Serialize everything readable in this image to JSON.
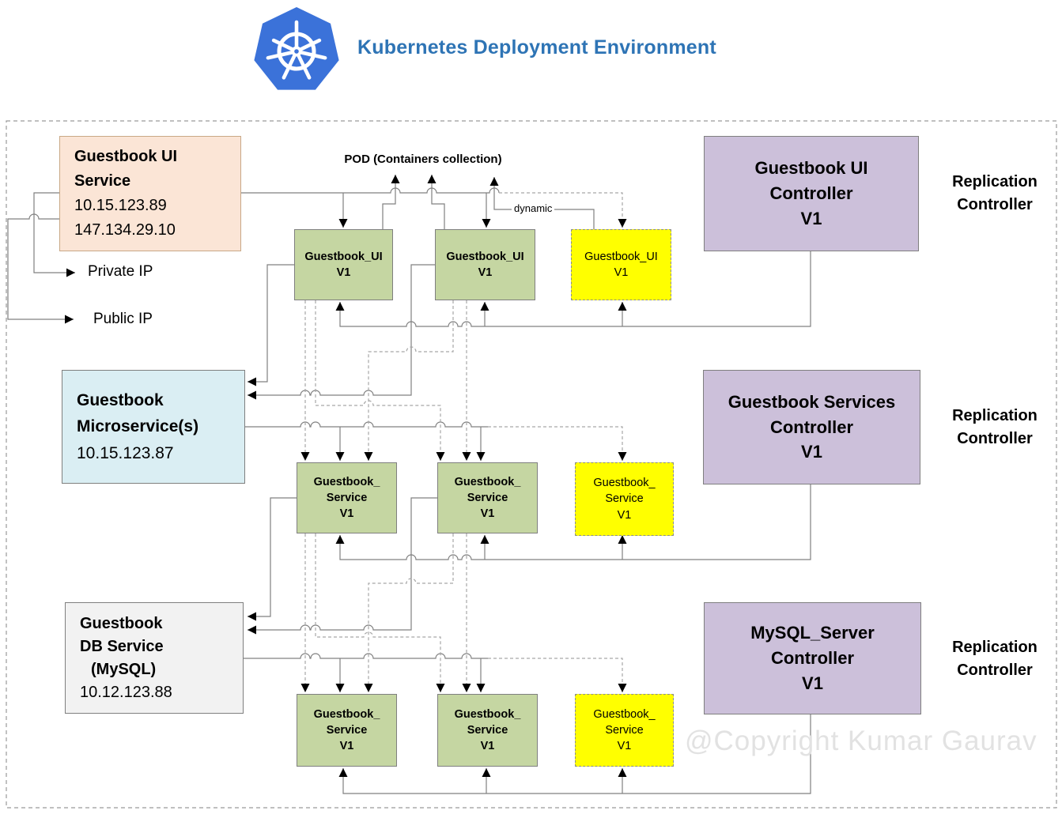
{
  "title": "Kubernetes Deployment Environment",
  "left_services": {
    "ui": {
      "name1": "Guestbook UI",
      "name2": "Service",
      "ip1": "10.15.123.89",
      "ip2": "147.134.29.10"
    },
    "micro": {
      "name1": "Guestbook",
      "name2": "Microservice(s)",
      "ip1": "10.15.123.87"
    },
    "db": {
      "name1": "Guestbook",
      "name2": "DB Service",
      "name3": "(MySQL)",
      "ip1": "10.12.123.88"
    }
  },
  "ip_labels": {
    "private": "Private IP",
    "public": "Public IP"
  },
  "pod_label": "POD (Containers collection)",
  "dynamic_label": "dynamic",
  "pods": {
    "ui": {
      "l1": "Guestbook_UI",
      "l2": "V1"
    },
    "service": {
      "l1": "Guestbook_",
      "l2": "Service",
      "l3": "V1"
    }
  },
  "controllers": {
    "ui": {
      "l1": "Guestbook UI",
      "l2": "Controller",
      "l3": "V1"
    },
    "services": {
      "l1": "Guestbook Services",
      "l2": "Controller",
      "l3": "V1"
    },
    "mysql": {
      "l1": "MySQL_Server",
      "l2": "Controller",
      "l3": "V1"
    }
  },
  "replication": {
    "l1": "Replication",
    "l2": "Controller"
  },
  "watermark": "@Copyright Kumar Gaurav",
  "colors": {
    "ui_service_bg": "#FBE5D6",
    "microservice_bg": "#DAEEF3",
    "db_service_bg": "#F2F2F2",
    "controller_bg": "#CCC0DA",
    "pod_green": "#C5D6A2",
    "pod_dynamic_yellow": "#FFFF00",
    "title_blue": "#2E74B5",
    "logo_blue": "#3B72D9",
    "line_gray": "#808080"
  }
}
